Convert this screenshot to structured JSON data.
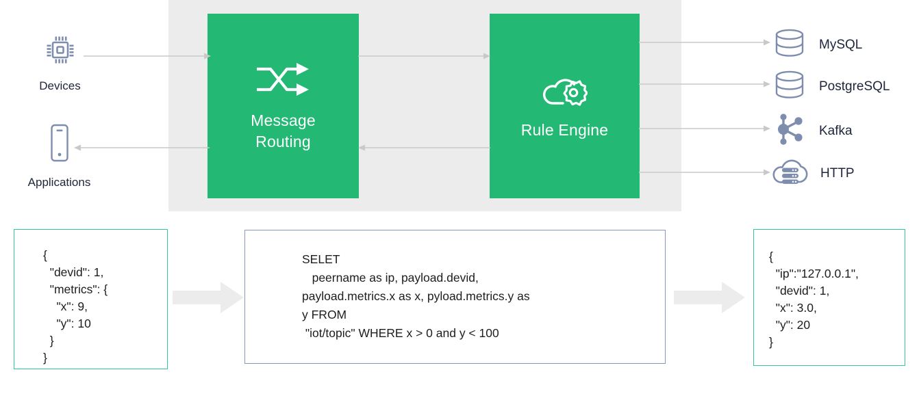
{
  "theme": {
    "green": "#23b974",
    "panel_grey": "#ececec",
    "icon_slate": "#7e8cae",
    "text_dark": "#20263b",
    "border_green": "#2ecc8f",
    "border_blue": "#8898bd",
    "arrow_grey": "#c9c9c9",
    "block_arrow_grey": "#ececec"
  },
  "pipeline": {
    "stages": [
      {
        "id": "message-routing",
        "label_line1": "Message",
        "label_line2": "Routing",
        "icon": "shuffle-routing-icon"
      },
      {
        "id": "rule-engine",
        "label_line1": "Rule Engine",
        "label_line2": "",
        "icon": "cloud-gear-icon"
      }
    ]
  },
  "sources": [
    {
      "id": "devices",
      "label": "Devices",
      "icon": "chip-icon"
    },
    {
      "id": "applications",
      "label": "Applications",
      "icon": "mobile-phone-icon"
    }
  ],
  "sinks": [
    {
      "id": "mysql",
      "label": "MySQL",
      "icon": "database-cylinder-icon"
    },
    {
      "id": "postgresql",
      "label": "PostgreSQL",
      "icon": "database-cylinder-icon"
    },
    {
      "id": "kafka",
      "label": "Kafka",
      "icon": "kafka-nodes-icon"
    },
    {
      "id": "http",
      "label": "HTTP",
      "icon": "cloud-server-icon"
    }
  ],
  "code_panels": {
    "input_payload": {
      "id": "input-json",
      "text": "{\n  \"devid\": 1,\n  \"metrics\": {\n    \"x\": 9,\n    \"y\": 10\n  }\n}"
    },
    "sql_rule": {
      "id": "sql-statement",
      "text": "SELET\n   peername as ip, payload.devid,\npayload.metrics.x as x, pyload.metrics.y as\ny FROM\n \"iot/topic\" WHERE x > 0 and y < 100"
    },
    "output_payload": {
      "id": "output-json",
      "text": "{\n  \"ip\":\"127.0.0.1\",\n  \"devid\": 1,\n  \"x\": 3.0,\n  \"y\": 20\n}"
    }
  },
  "connectors": [
    {
      "id": "devices-to-routing",
      "direction": "right"
    },
    {
      "id": "routing-to-applications",
      "direction": "left"
    },
    {
      "id": "routing-to-rule-engine",
      "direction": "right"
    },
    {
      "id": "rule-engine-to-routing",
      "direction": "left"
    },
    {
      "id": "rule-engine-to-mysql",
      "direction": "right"
    },
    {
      "id": "rule-engine-to-postgresql",
      "direction": "right"
    },
    {
      "id": "rule-engine-to-kafka",
      "direction": "right"
    },
    {
      "id": "rule-engine-to-http",
      "direction": "right"
    },
    {
      "id": "input-to-sql",
      "direction": "right"
    },
    {
      "id": "sql-to-output",
      "direction": "right"
    }
  ]
}
